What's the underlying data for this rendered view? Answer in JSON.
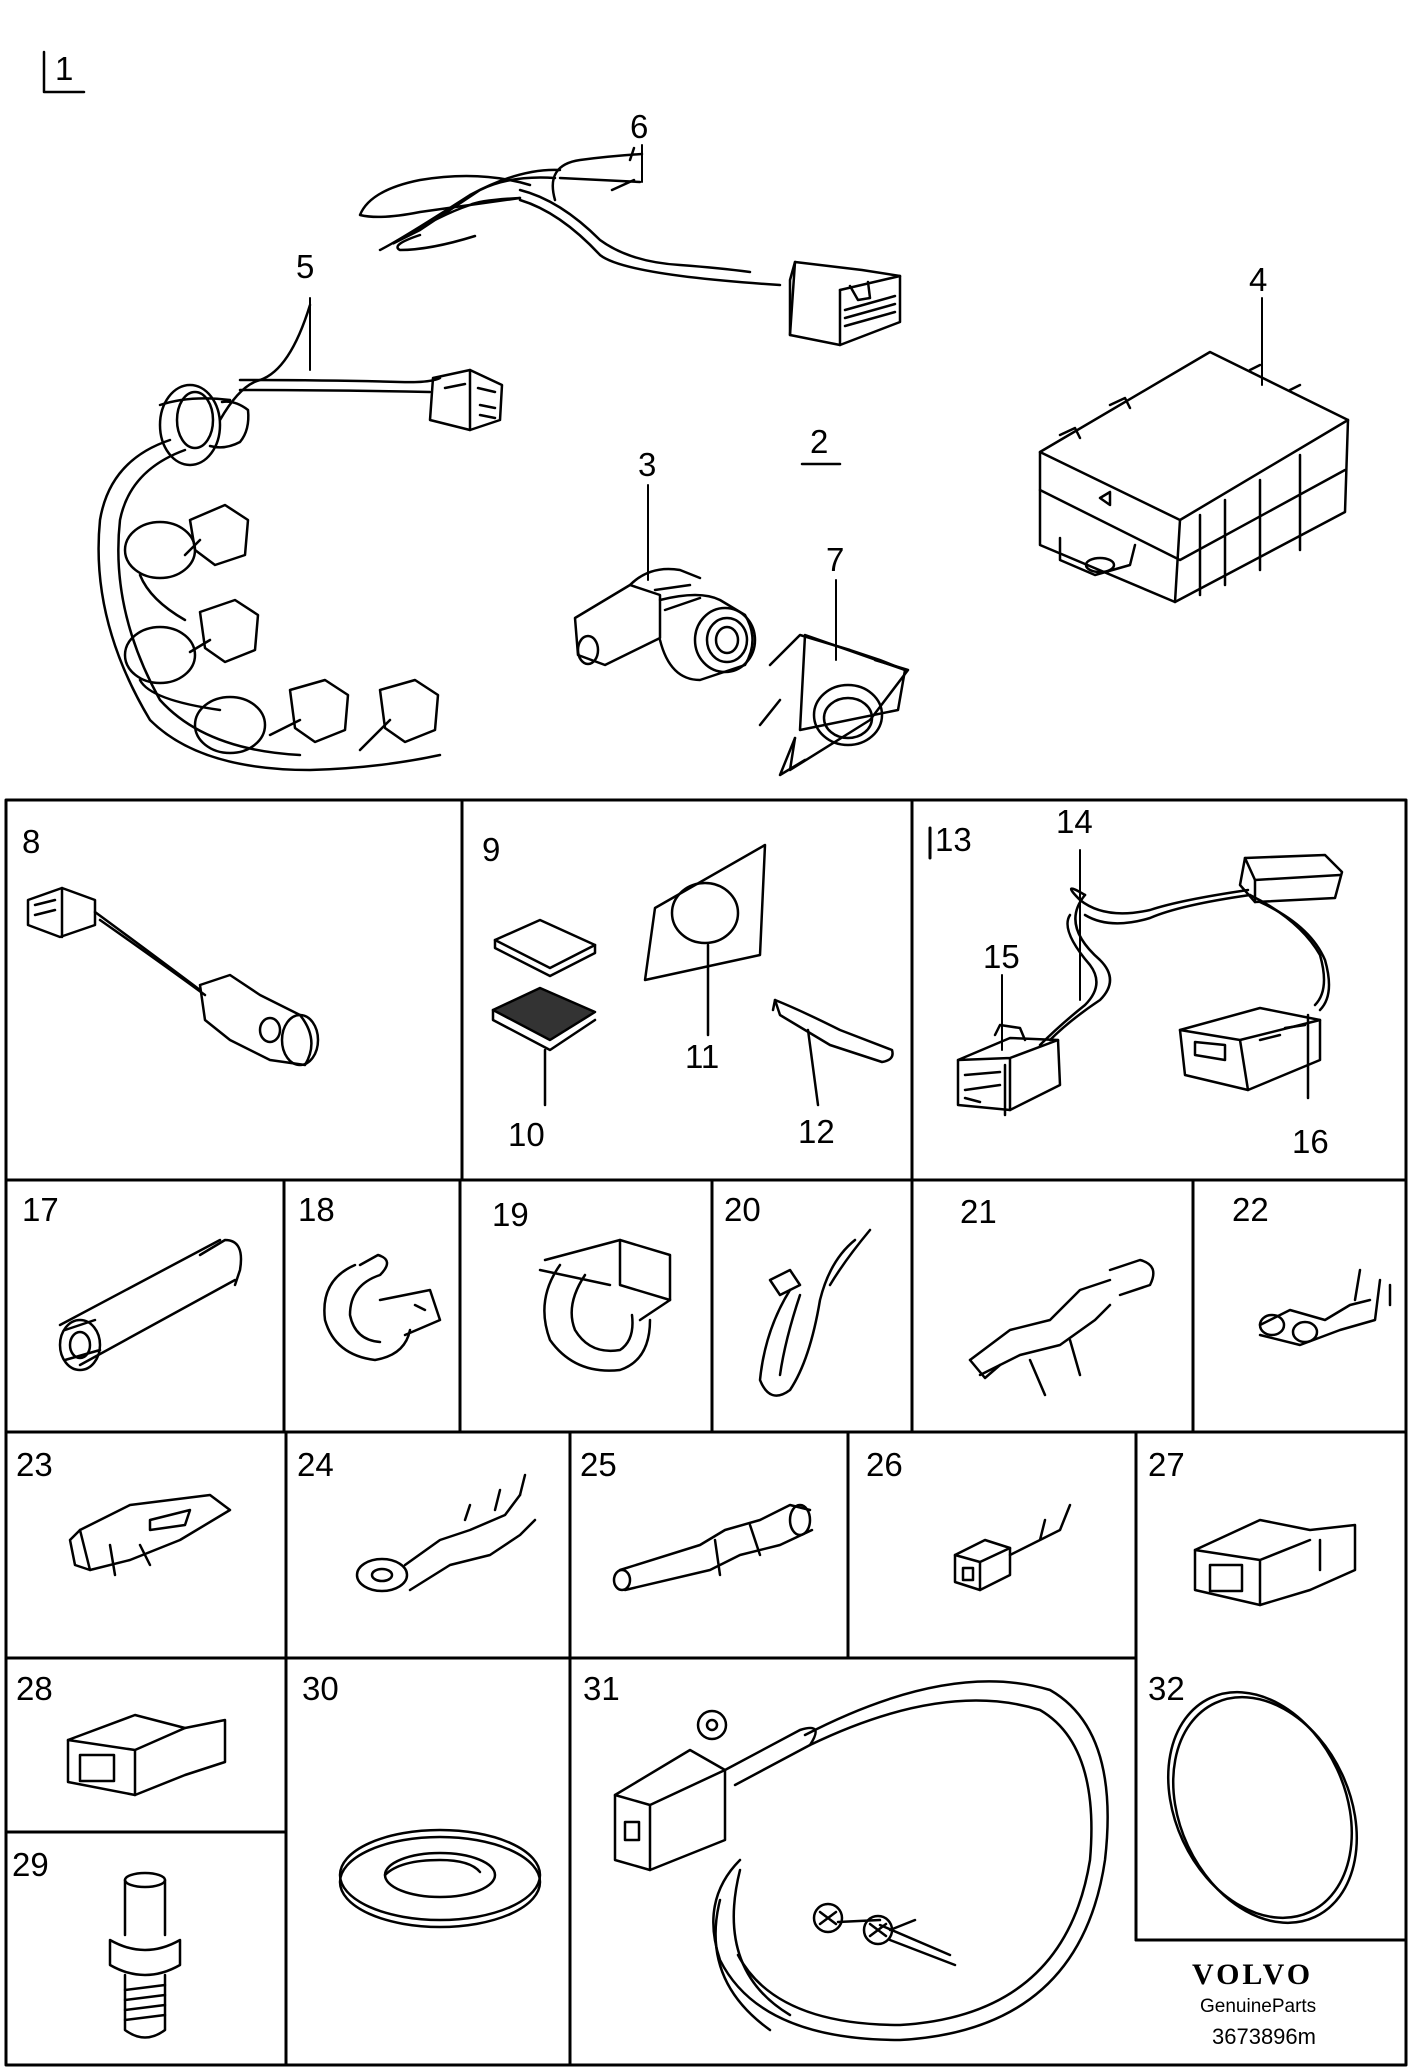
{
  "callouts": {
    "c1": "1",
    "c2": "2",
    "c3": "3",
    "c4": "4",
    "c5": "5",
    "c6": "6",
    "c7": "7",
    "c8": "8",
    "c9": "9",
    "c10": "10",
    "c11": "11",
    "c12": "12",
    "c13": "13",
    "c14": "14",
    "c15": "15",
    "c16": "16",
    "c17": "17",
    "c18": "18",
    "c19": "19",
    "c20": "20",
    "c21": "21",
    "c22": "22",
    "c23": "23",
    "c24": "24",
    "c25": "25",
    "c26": "26",
    "c27": "27",
    "c28": "28",
    "c29": "29",
    "c30": "30",
    "c31": "31",
    "c32": "32"
  },
  "branding": {
    "logo_text": "VOLVO",
    "tagline": "GenuineParts"
  },
  "drawing_number": "3673896m"
}
